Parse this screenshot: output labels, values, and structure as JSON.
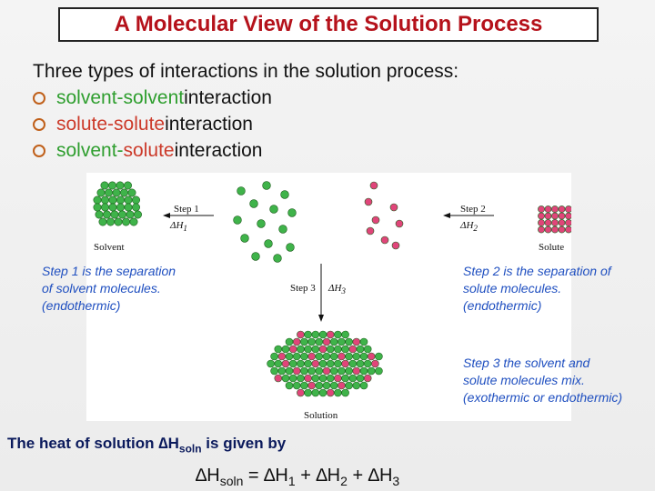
{
  "title": "A Molecular View of the Solution Process",
  "intro": "Three types of interactions in the solution process:",
  "bullets": [
    {
      "a": "solvent",
      "b": "-",
      "c": "solvent",
      "d": " interaction"
    },
    {
      "a": "solute",
      "b": "-",
      "c": "solute",
      "d": " interaction"
    },
    {
      "a": "solvent",
      "b": "-",
      "c": "solute",
      "d": " interaction"
    }
  ],
  "diagram": {
    "solvent_label": "Solvent",
    "solute_label": "Solute",
    "solution_label": "Solution",
    "step1": "Step 1",
    "step2": "Step 2",
    "step3": "Step 3",
    "dh1": "ΔH",
    "dh1_sub": "1",
    "dh2": "ΔH",
    "dh2_sub": "2",
    "dh3": "ΔH",
    "dh3_sub": "3"
  },
  "notes": {
    "step1": [
      "Step 1 is the separation",
      "of solvent molecules.",
      "(endothermic)"
    ],
    "step2": [
      "Step 2 is the separation of",
      "solute molecules.",
      "(endothermic)"
    ],
    "step3": [
      "Step 3 the solvent and",
      "solute molecules mix.",
      "(exothermic or endothermic)"
    ]
  },
  "heat": {
    "text": "The heat of solution ∆H",
    "sub": "soln",
    "tail": " is given by"
  },
  "equation": {
    "p1": "∆H",
    "s1": "soln",
    "p2": " = ∆H",
    "s2": "1",
    "p3": " + ∆H",
    "s3": "2",
    "p4": " + ∆H",
    "s4": "3"
  },
  "colors": {
    "title": "#b5121b",
    "solvent": "#2e9e2e",
    "solute": "#cc3a2a",
    "note": "#1f4fc0",
    "heat": "#0b1a5c"
  }
}
